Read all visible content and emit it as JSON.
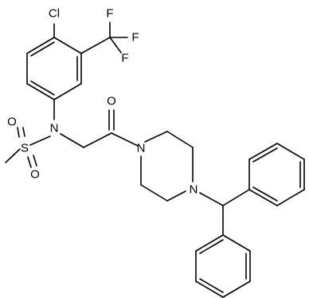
{
  "atoms": {
    "cl": "Cl",
    "f_top": "F",
    "f_right": "F",
    "f_left": "F",
    "o_carbonyl": "O",
    "n_sulfonamide": "N",
    "s": "S",
    "o_sulfonyl_left": "O",
    "o_sulfonyl_bottom": "O",
    "n_piperazine_1": "N",
    "n_piperazine_4": "N"
  },
  "colors": {
    "bond": "#000000",
    "label": "#000000",
    "background": "#ffffff"
  }
}
